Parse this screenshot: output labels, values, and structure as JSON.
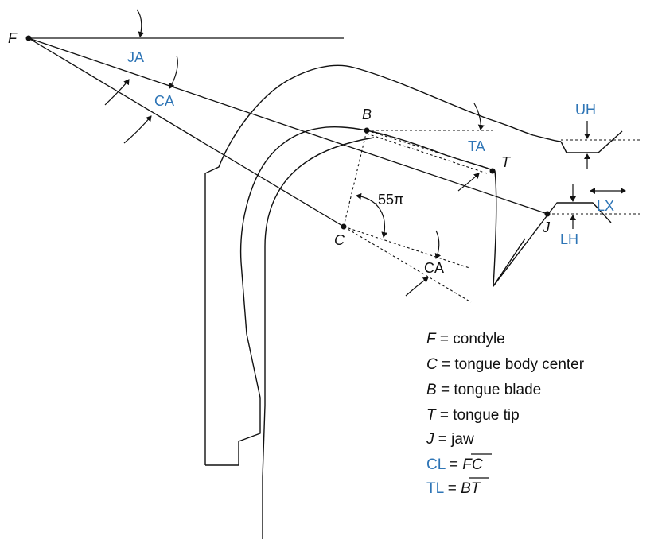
{
  "points": {
    "F": "F",
    "B": "B",
    "T": "T",
    "C": "C",
    "J": "J"
  },
  "parameters": {
    "JA": "JA",
    "CA_upper": "CA",
    "TA": "TA",
    "CA_lower": "CA",
    "UH": "UH",
    "LH": "LH",
    "LX": "LX"
  },
  "angle_label": ".55π",
  "legend": [
    {
      "symbol": "F",
      "rest": " = condyle"
    },
    {
      "symbol": "C",
      "rest": " = tongue body center"
    },
    {
      "symbol": "B",
      "rest": " = tongue blade"
    },
    {
      "symbol": "T",
      "rest": " = tongue tip"
    },
    {
      "symbol": "J",
      "rest": " = jaw"
    }
  ],
  "legend_defs": [
    {
      "name": "CL",
      "eq": " = ",
      "segment": "FC"
    },
    {
      "name": "TL",
      "eq": " = ",
      "segment": "BT"
    }
  ],
  "colors": {
    "param": "#2e75b6",
    "line": "#111111"
  }
}
